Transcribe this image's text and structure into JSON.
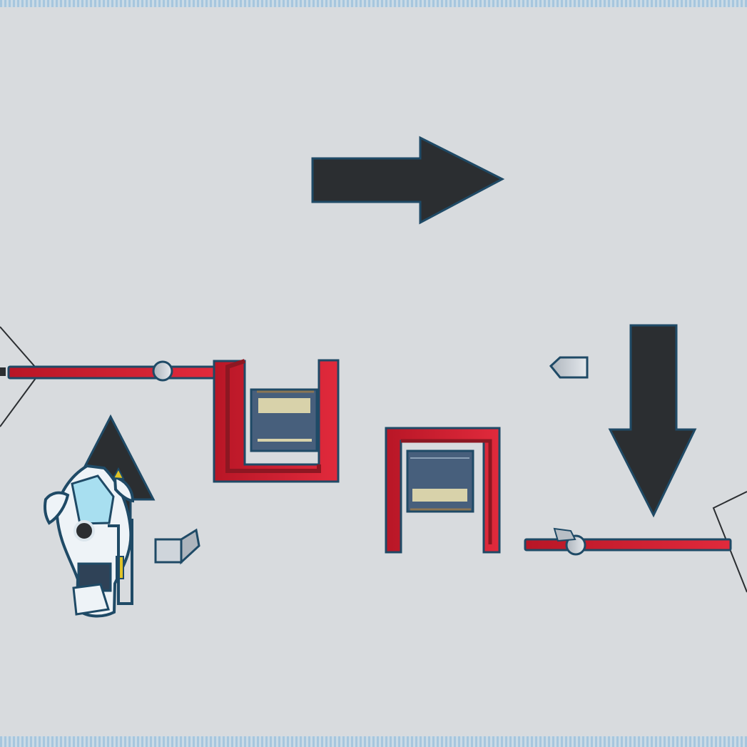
{
  "workplane": {
    "colors": {
      "background": "#d8dbde",
      "arrow": "#2b2e31",
      "red_part": "#c91b2b",
      "outline": "#1f4a66",
      "screen": "#475f7c",
      "screen_text": "#d8d2aa",
      "light_gray": "#d5d9de",
      "robot_white": "#eff3f6",
      "robot_visor": "#a8dff0",
      "yellow": "#e0c326"
    },
    "objects": [
      {
        "name": "arrow-right",
        "icon": "arrow-right-icon"
      },
      {
        "name": "arrow-down",
        "icon": "arrow-down-icon"
      },
      {
        "name": "arrow-up",
        "icon": "arrow-up-icon"
      },
      {
        "name": "robot",
        "icon": "robot-icon"
      }
    ]
  }
}
